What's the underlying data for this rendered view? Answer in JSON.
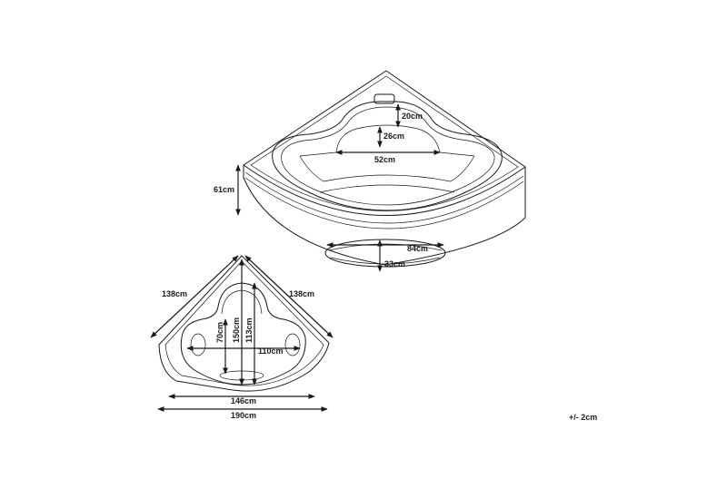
{
  "dimensions": {
    "front_edge_height": "61cm",
    "headrest_depth": "20cm",
    "seat_depth": "26cm",
    "seat_width": "52cm",
    "step_width": "84cm",
    "step_height": "33cm",
    "side_left": "138cm",
    "side_right": "138cm",
    "inner_depth_a": "70cm",
    "inner_depth_b": "150cm",
    "inner_depth_c": "113cm",
    "inner_width": "110cm",
    "rim_width": "146cm",
    "overall_width": "190cm"
  },
  "tolerance": "+/- 2cm",
  "colors": {
    "line": "#1a1a1a",
    "background": "#ffffff"
  }
}
